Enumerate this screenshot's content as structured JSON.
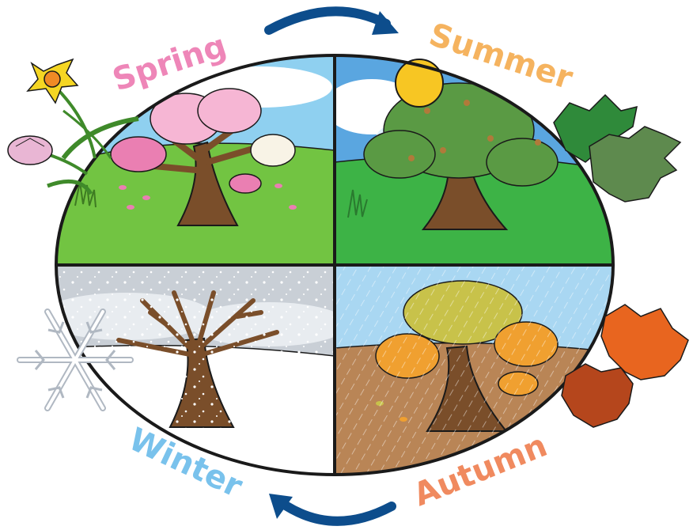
{
  "seasons": {
    "spring": {
      "label": "Spring",
      "color": "#ee86b8"
    },
    "summer": {
      "label": "Summer",
      "color": "#f5b35f"
    },
    "autumn": {
      "label": "Autumn",
      "color": "#f08a5f"
    },
    "winter": {
      "label": "Winter",
      "color": "#79c2ec"
    }
  },
  "colors": {
    "outline": "#1a1a1a",
    "arrow": "#0d4d8c",
    "grass": "#72c442",
    "sky": "#8fd0f0",
    "trunk": "#7a4e2a",
    "autumn_ground": "#b98556",
    "spring_blossom": "#f6b6d4",
    "summer_foliage": "#5a9a44",
    "autumn_foliage": "#c8c24a",
    "autumn_orange": "#f0a030"
  },
  "icons": [
    "cycle-arrow-top-icon",
    "cycle-arrow-bottom-icon",
    "daffodil-icon",
    "tulip-icon",
    "sun-icon",
    "green-leaves-icon",
    "autumn-leaves-icon",
    "snowflake-icon"
  ]
}
